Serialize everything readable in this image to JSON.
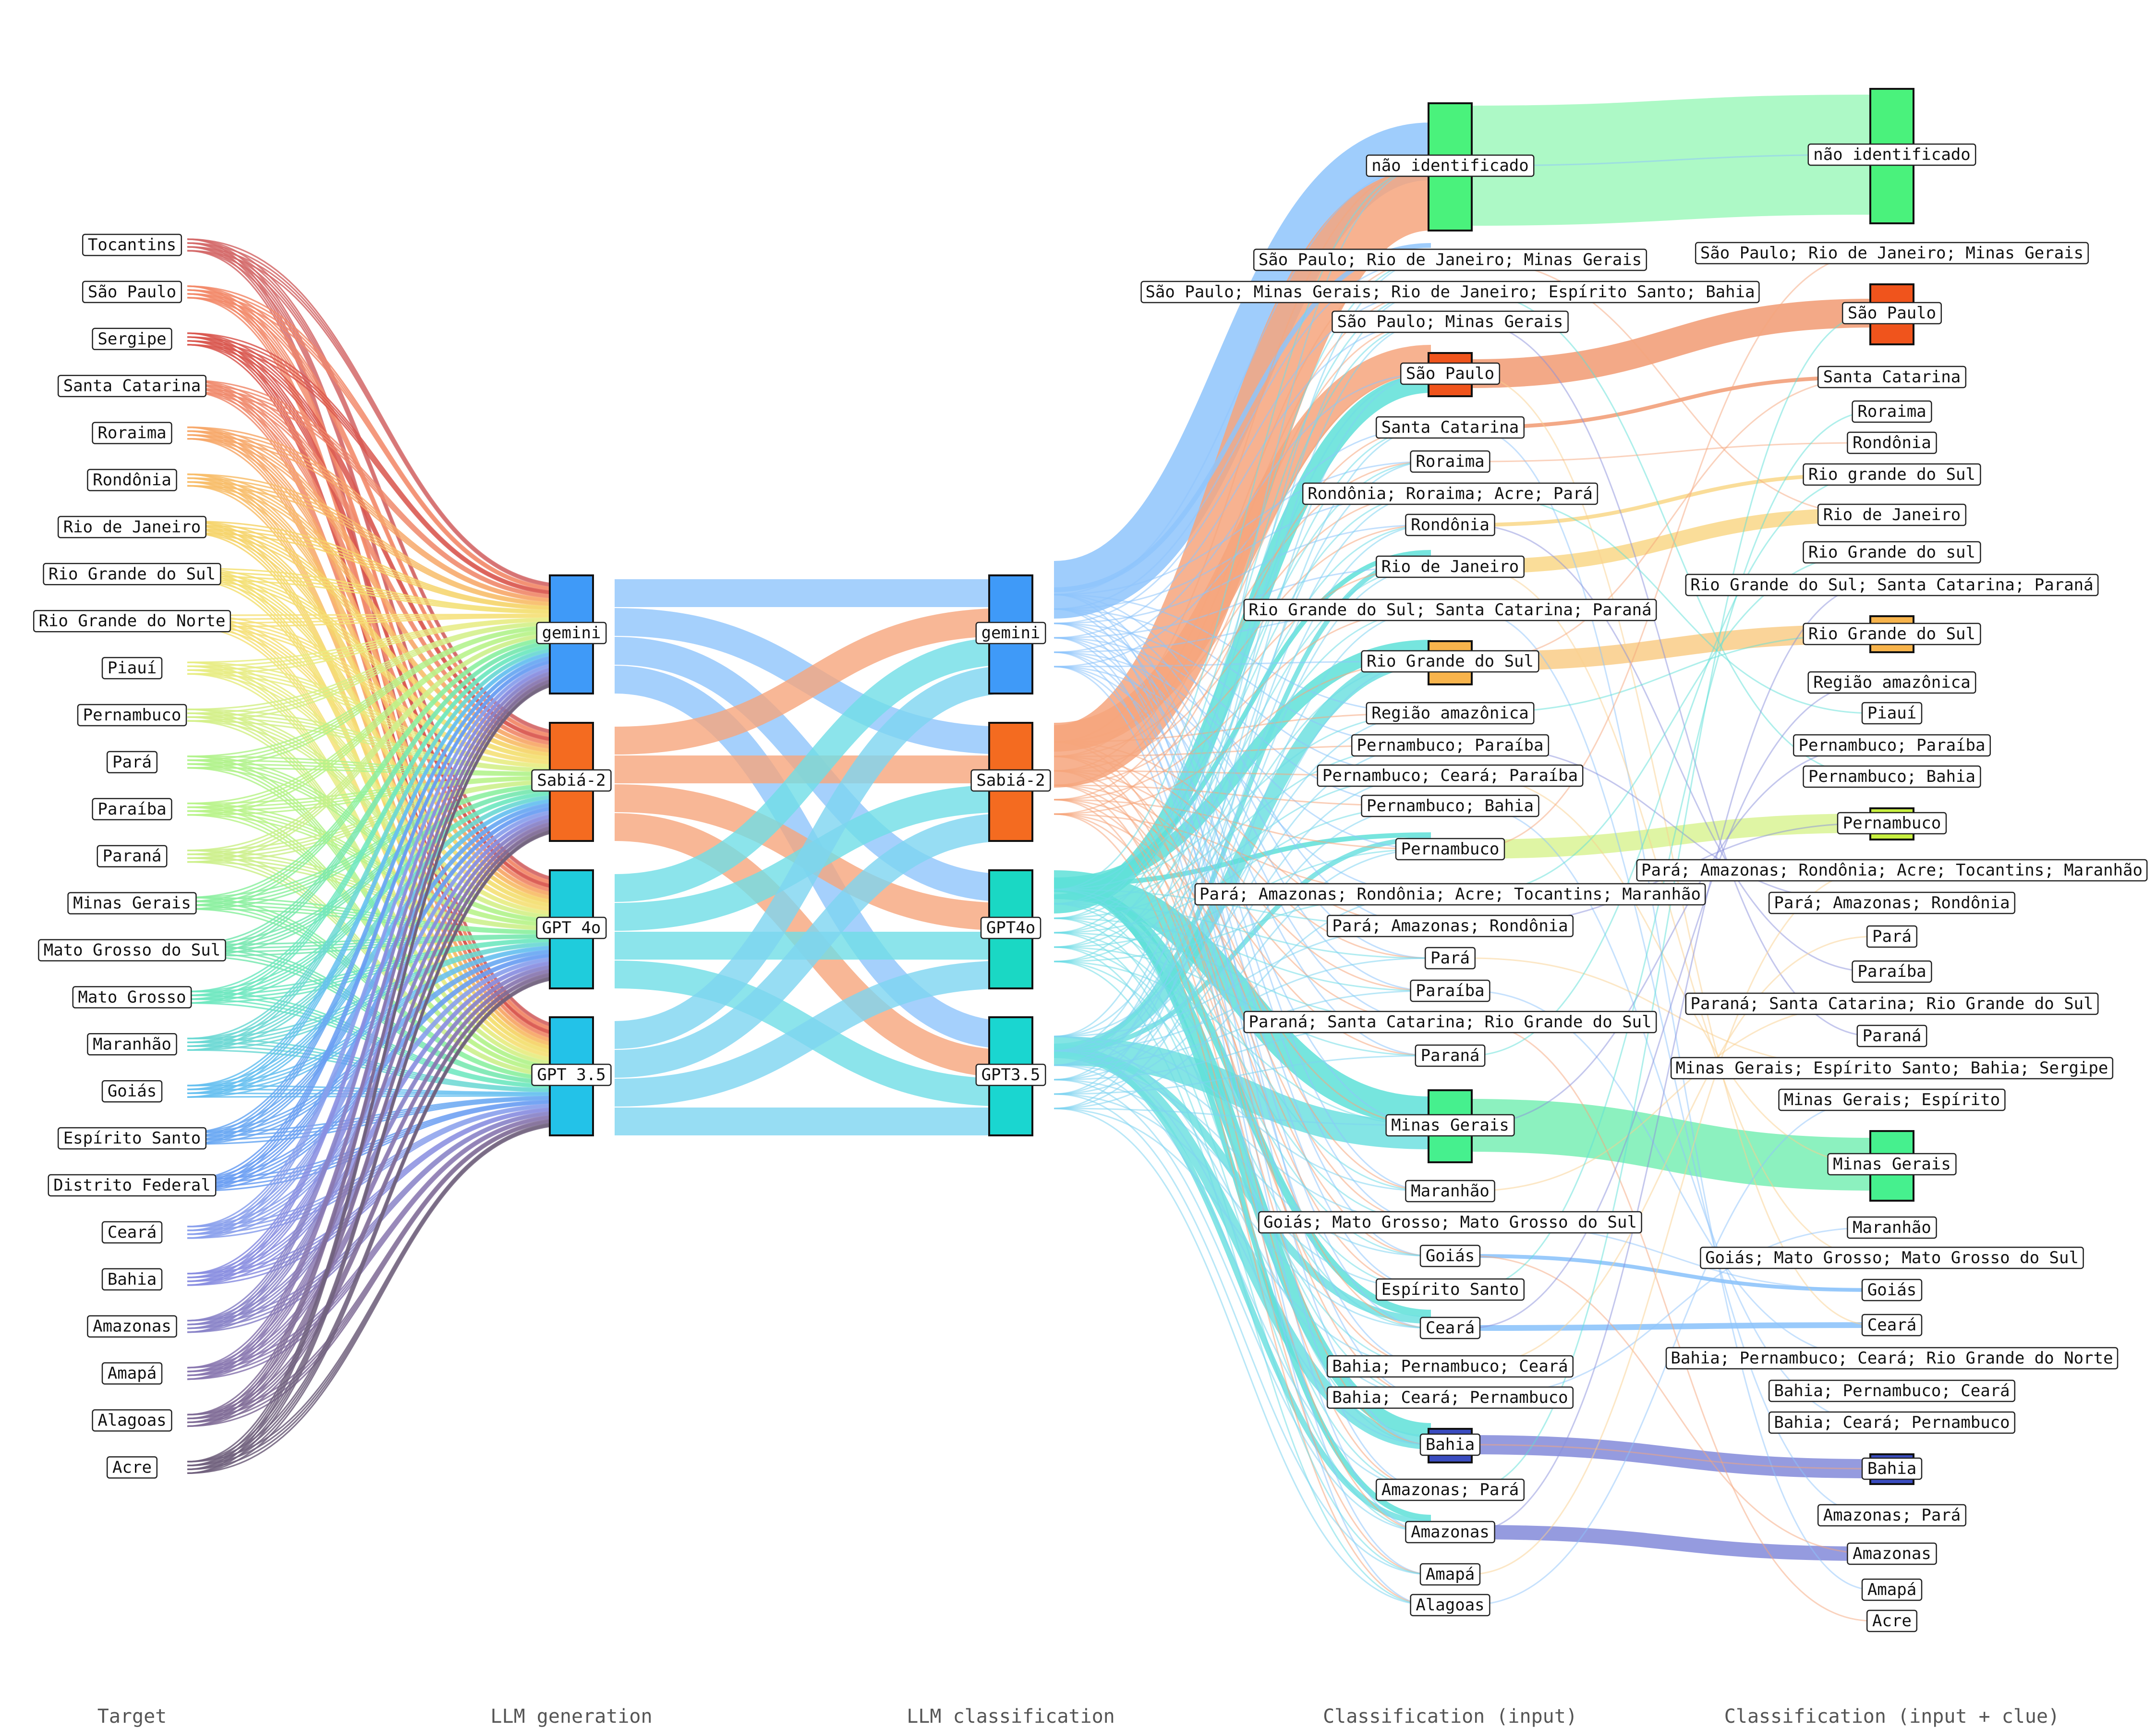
{
  "column_titles": [
    "Target",
    "LLM generation",
    "LLM classification",
    "Classification (input)",
    "Classification (input + clue)"
  ],
  "targets": [
    "Tocantins",
    "São Paulo",
    "Sergipe",
    "Santa Catarina",
    "Roraima",
    "Rondônia",
    "Rio de Janeiro",
    "Rio Grande do Sul",
    "Rio Grande do Norte",
    "Piauí",
    "Pernambuco",
    "Pará",
    "Paraíba",
    "Paraná",
    "Minas Gerais",
    "Mato Grosso do Sul",
    "Mato Grosso",
    "Maranhão",
    "Goiás",
    "Espírito Santo",
    "Distrito Federal",
    "Ceará",
    "Bahia",
    "Amazonas",
    "Amapá",
    "Alagoas",
    "Acre"
  ],
  "target_colors": [
    "#d46a6a",
    "#f28a6a",
    "#d9574f",
    "#f08a6c",
    "#f7a86a",
    "#f8bd6a",
    "#f6d36a",
    "#f3df72",
    "#f6e079",
    "#e8ec84",
    "#d4f08a",
    "#b2f28c",
    "#b8f38a",
    "#cdf08c",
    "#8cf0a0",
    "#78e8b0",
    "#6ee8c0",
    "#6cd8d4",
    "#66c0f0",
    "#6aa8f2",
    "#6a9ef2",
    "#8aa0ec",
    "#8a8ee0",
    "#8a84c8",
    "#8a78b0",
    "#806c96",
    "#70607c"
  ],
  "generators": [
    {
      "name": "gemini",
      "color": "#3f9af8"
    },
    {
      "name": "Sabiá-2",
      "color": "#f46b20"
    },
    {
      "name": "GPT 4o",
      "color": "#1fccdc"
    },
    {
      "name": "GPT 3.5",
      "color": "#23c2e8"
    }
  ],
  "classifiers": [
    {
      "name": "gemini",
      "color": "#3f9af8"
    },
    {
      "name": "Sabiá-2",
      "color": "#f46b20"
    },
    {
      "name": "GPT4o",
      "color": "#1ad8c4"
    },
    {
      "name": "GPT3.5",
      "color": "#1ad6d0"
    }
  ],
  "gen_to_cls": [
    {
      "from": 0,
      "to": 0,
      "w": 60,
      "color": "#8ec4fb"
    },
    {
      "from": 0,
      "to": 1,
      "w": 60,
      "color": "#8ec4fb"
    },
    {
      "from": 0,
      "to": 2,
      "w": 60,
      "color": "#8ec4fb"
    },
    {
      "from": 0,
      "to": 3,
      "w": 60,
      "color": "#8ec4fb"
    },
    {
      "from": 1,
      "to": 0,
      "w": 62,
      "color": "#f6a57c"
    },
    {
      "from": 1,
      "to": 1,
      "w": 62,
      "color": "#f6a57c"
    },
    {
      "from": 1,
      "to": 2,
      "w": 62,
      "color": "#f6a57c"
    },
    {
      "from": 1,
      "to": 3,
      "w": 62,
      "color": "#f6a57c"
    },
    {
      "from": 2,
      "to": 0,
      "w": 60,
      "color": "#6fdde6"
    },
    {
      "from": 2,
      "to": 1,
      "w": 60,
      "color": "#6fdde6"
    },
    {
      "from": 2,
      "to": 2,
      "w": 60,
      "color": "#6fdde6"
    },
    {
      "from": 2,
      "to": 3,
      "w": 60,
      "color": "#6fdde6"
    },
    {
      "from": 3,
      "to": 0,
      "w": 60,
      "color": "#7dd4f0"
    },
    {
      "from": 3,
      "to": 1,
      "w": 60,
      "color": "#7dd4f0"
    },
    {
      "from": 3,
      "to": 2,
      "w": 60,
      "color": "#7dd4f0"
    },
    {
      "from": 3,
      "to": 3,
      "w": 60,
      "color": "#7dd4f0"
    }
  ],
  "input_classes": [
    {
      "name": "não identificado",
      "color": "#4af27c",
      "box": true
    },
    {
      "name": "São Paulo; Rio de Janeiro; Minas Gerais",
      "color": "",
      "box": false
    },
    {
      "name": "São Paulo; Minas Gerais; Rio de Janeiro; Espírito Santo; Bahia",
      "color": "",
      "box": false
    },
    {
      "name": "São Paulo; Minas Gerais",
      "color": "",
      "box": false
    },
    {
      "name": "São Paulo",
      "color": "#f0541c",
      "box": true
    },
    {
      "name": "Santa Catarina",
      "color": "",
      "box": false
    },
    {
      "name": "Roraima",
      "color": "",
      "box": false
    },
    {
      "name": "Rondônia; Roraima; Acre; Pará",
      "color": "",
      "box": false
    },
    {
      "name": "Rondônia",
      "color": "",
      "box": false
    },
    {
      "name": "Rio de Janeiro",
      "color": "",
      "box": false
    },
    {
      "name": "Rio Grande do Sul; Santa Catarina; Paraná",
      "color": "",
      "box": false
    },
    {
      "name": "Rio Grande do Sul",
      "color": "#f8b44c",
      "box": true
    },
    {
      "name": "Região amazônica",
      "color": "",
      "box": false
    },
    {
      "name": "Pernambuco; Paraíba",
      "color": "",
      "box": false
    },
    {
      "name": "Pernambuco; Ceará; Paraíba",
      "color": "",
      "box": false
    },
    {
      "name": "Pernambuco; Bahia",
      "color": "",
      "box": false
    },
    {
      "name": "Pernambuco",
      "color": "#d8f060",
      "box": false
    },
    {
      "name": "Pará; Amazonas; Rondônia; Acre; Tocantins; Maranhão",
      "color": "",
      "box": false
    },
    {
      "name": "Pará; Amazonas; Rondônia",
      "color": "",
      "box": false
    },
    {
      "name": "Pará",
      "color": "",
      "box": false
    },
    {
      "name": "Paraíba",
      "color": "",
      "box": false
    },
    {
      "name": "Paraná; Santa Catarina; Rio Grande do Sul",
      "color": "",
      "box": false
    },
    {
      "name": "Paraná",
      "color": "",
      "box": false
    },
    {
      "name": "Minas Gerais",
      "color": "#46f08e",
      "box": true
    },
    {
      "name": "Maranhão",
      "color": "",
      "box": false
    },
    {
      "name": "Goiás; Mato Grosso; Mato Grosso do Sul",
      "color": "",
      "box": false
    },
    {
      "name": "Goiás",
      "color": "",
      "box": false
    },
    {
      "name": "Espírito Santo",
      "color": "",
      "box": false
    },
    {
      "name": "Ceará",
      "color": "#d8f0e8",
      "box": false
    },
    {
      "name": "Bahia; Pernambuco; Ceará",
      "color": "",
      "box": false
    },
    {
      "name": "Bahia; Ceará; Pernambuco",
      "color": "",
      "box": false
    },
    {
      "name": "Bahia",
      "color": "#3a4cc0",
      "box": true
    },
    {
      "name": "Amazonas; Pará",
      "color": "",
      "box": false
    },
    {
      "name": "Amazonas",
      "color": "",
      "box": false
    },
    {
      "name": "Amapá",
      "color": "",
      "box": false
    },
    {
      "name": "Alagoas",
      "color": "",
      "box": false
    }
  ],
  "clue_classes": [
    {
      "name": "não identificado",
      "color": "#4af27c",
      "box": true
    },
    {
      "name": "São Paulo; Rio de Janeiro; Minas Gerais",
      "color": "",
      "box": false
    },
    {
      "name": "São Paulo",
      "color": "#f0541c",
      "box": true
    },
    {
      "name": "Santa Catarina",
      "color": "",
      "box": false
    },
    {
      "name": "Roraima",
      "color": "",
      "box": false
    },
    {
      "name": "Rondônia",
      "color": "",
      "box": false
    },
    {
      "name": "Rio grande do Sul",
      "color": "",
      "box": false
    },
    {
      "name": "Rio de Janeiro",
      "color": "",
      "box": false
    },
    {
      "name": "Rio Grande do sul",
      "color": "",
      "box": false
    },
    {
      "name": "Rio Grande do Sul; Santa Catarina; Paraná",
      "color": "",
      "box": false
    },
    {
      "name": "Rio Grande do Sul",
      "color": "#f8b44c",
      "box": true
    },
    {
      "name": "Região amazônica",
      "color": "",
      "box": false
    },
    {
      "name": "Piauí",
      "color": "",
      "box": false
    },
    {
      "name": "Pernambuco; Paraíba",
      "color": "",
      "box": false
    },
    {
      "name": "Pernambuco; Bahia",
      "color": "",
      "box": false
    },
    {
      "name": "Pernambuco",
      "color": "#c8f040",
      "box": true
    },
    {
      "name": "Pará; Amazonas; Rondônia; Acre; Tocantins; Maranhão",
      "color": "",
      "box": false
    },
    {
      "name": "Pará; Amazonas; Rondônia",
      "color": "",
      "box": false
    },
    {
      "name": "Pará",
      "color": "",
      "box": false
    },
    {
      "name": "Paraíba",
      "color": "",
      "box": false
    },
    {
      "name": "Paraná; Santa Catarina; Rio Grande do Sul",
      "color": "",
      "box": false
    },
    {
      "name": "Paraná",
      "color": "",
      "box": false
    },
    {
      "name": "Minas Gerais; Espírito Santo; Bahia; Sergipe",
      "color": "",
      "box": false
    },
    {
      "name": "Minas Gerais; Espírito",
      "color": "",
      "box": false
    },
    {
      "name": "Minas Gerais",
      "color": "#46f08e",
      "box": true
    },
    {
      "name": "Maranhão",
      "color": "",
      "box": false
    },
    {
      "name": "Goiás; Mato Grosso; Mato Grosso do Sul",
      "color": "",
      "box": false
    },
    {
      "name": "Goiás",
      "color": "",
      "box": false
    },
    {
      "name": "Ceará",
      "color": "",
      "box": false
    },
    {
      "name": "Bahia; Pernambuco; Ceará; Rio Grande do Norte",
      "color": "",
      "box": false
    },
    {
      "name": "Bahia; Pernambuco; Ceará",
      "color": "",
      "box": false
    },
    {
      "name": "Bahia; Ceará; Pernambuco",
      "color": "",
      "box": false
    },
    {
      "name": "Bahia",
      "color": "#3a4cc0",
      "box": true
    },
    {
      "name": "Amazonas; Pará",
      "color": "",
      "box": false
    },
    {
      "name": "Amazonas",
      "color": "",
      "box": false
    },
    {
      "name": "Amapá",
      "color": "",
      "box": false
    },
    {
      "name": "Acre",
      "color": "",
      "box": false
    }
  ],
  "link_colors": {
    "gemini": "#8ec4fb",
    "sabia": "#f6a57c",
    "gpt4o": "#5ee0d8",
    "gpt35": "#6fe0e0",
    "mg": "#7ef0b8",
    "ni": "#9ef8b8",
    "bahia": "#8a90dc",
    "rgs": "#f9cf8e",
    "pe": "#dcf49a",
    "sp": "#f2a07a"
  }
}
